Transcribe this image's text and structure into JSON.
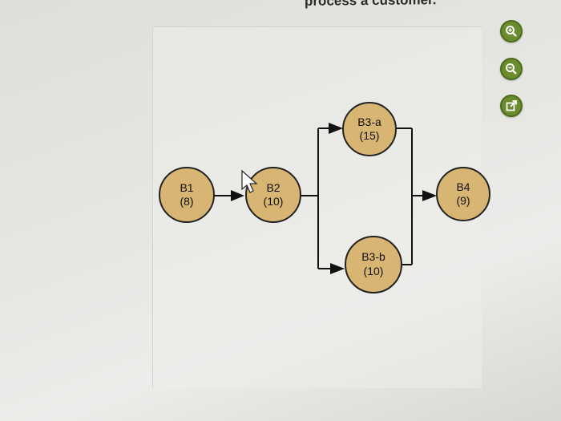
{
  "header": {
    "text": "process a customer."
  },
  "toolbar": {
    "zoom_in_icon": "zoom-in-icon",
    "zoom_out_icon": "zoom-out-icon",
    "open_icon": "external-link-icon",
    "button_color": "#6a8c2c"
  },
  "diagram": {
    "node_color": "#d8b572",
    "nodes": [
      {
        "id": "B1",
        "name": "B1",
        "time": "(8)"
      },
      {
        "id": "B2",
        "name": "B2",
        "time": "(10)"
      },
      {
        "id": "B3a",
        "name": "B3-a",
        "time": "(15)"
      },
      {
        "id": "B3b",
        "name": "B3-b",
        "time": "(10)"
      },
      {
        "id": "B4",
        "name": "B4",
        "time": "(9)"
      }
    ],
    "edges": [
      {
        "from": "B1",
        "to": "B2"
      },
      {
        "from": "B2",
        "to": "B3-a"
      },
      {
        "from": "B2",
        "to": "B3-b"
      },
      {
        "from": "B3-a",
        "to": "B4"
      },
      {
        "from": "B3-b",
        "to": "B4"
      }
    ]
  }
}
